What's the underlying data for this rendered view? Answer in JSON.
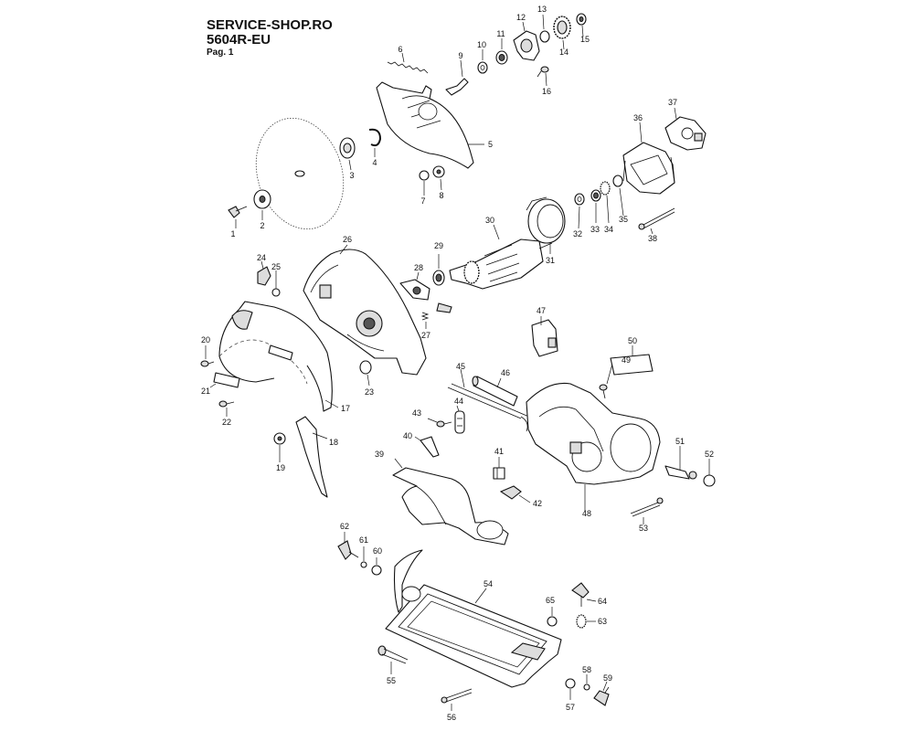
{
  "header": {
    "site": "SERVICE-SHOP.RO",
    "model": "5604R-EU",
    "page": "Pag. 1"
  },
  "labels": {
    "n1": "1",
    "n2": "2",
    "n3": "3",
    "n4": "4",
    "n5": "5",
    "n6": "6",
    "n7": "7",
    "n8": "8",
    "n9": "9",
    "n10": "10",
    "n11": "11",
    "n12": "12",
    "n13": "13",
    "n14": "14",
    "n15": "15",
    "n16": "16",
    "n17": "17",
    "n18": "18",
    "n19": "19",
    "n20": "20",
    "n21": "21",
    "n22": "22",
    "n23": "23",
    "n24": "24",
    "n25": "25",
    "n26": "26",
    "n27": "27",
    "n28": "28",
    "n29": "29",
    "n30": "30",
    "n31": "31",
    "n32": "32",
    "n33": "33",
    "n34": "34",
    "n35": "35",
    "n36": "36",
    "n37": "37",
    "n38": "38",
    "n39": "39",
    "n40": "40",
    "n41": "41",
    "n42": "42",
    "n43": "43",
    "n44": "44",
    "n45": "45",
    "n46": "46",
    "n47": "47",
    "n48": "48",
    "n49": "49",
    "n50": "50",
    "n51": "51",
    "n52": "52",
    "n53": "53",
    "n54": "54",
    "n55": "55",
    "n56": "56",
    "n57": "57",
    "n58": "58",
    "n59": "59",
    "n60": "60",
    "n61": "61",
    "n62": "62",
    "n63": "63",
    "n64": "64",
    "n65": "65"
  }
}
